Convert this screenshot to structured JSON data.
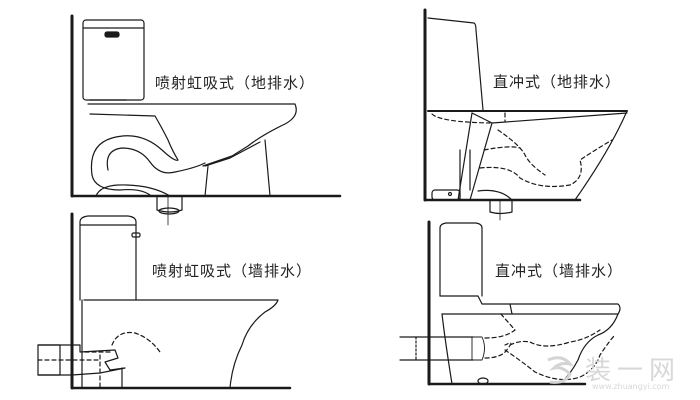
{
  "diagram": {
    "panels": [
      {
        "id": "siphonic-floor",
        "label": "喷射虹吸式（地排水）"
      },
      {
        "id": "washdown-floor",
        "label": "直冲式（地排水）"
      },
      {
        "id": "siphonic-wall",
        "label": "喷射虹吸式（墙排水）"
      },
      {
        "id": "washdown-wall",
        "label": "直冲式（墙排水）"
      }
    ],
    "watermark": {
      "text": "装一网",
      "subtext": "www.zhuangyi.com"
    },
    "colors": {
      "line": "#1a1a1a",
      "background": "#ffffff",
      "watermark": "#d8d8d8"
    }
  }
}
